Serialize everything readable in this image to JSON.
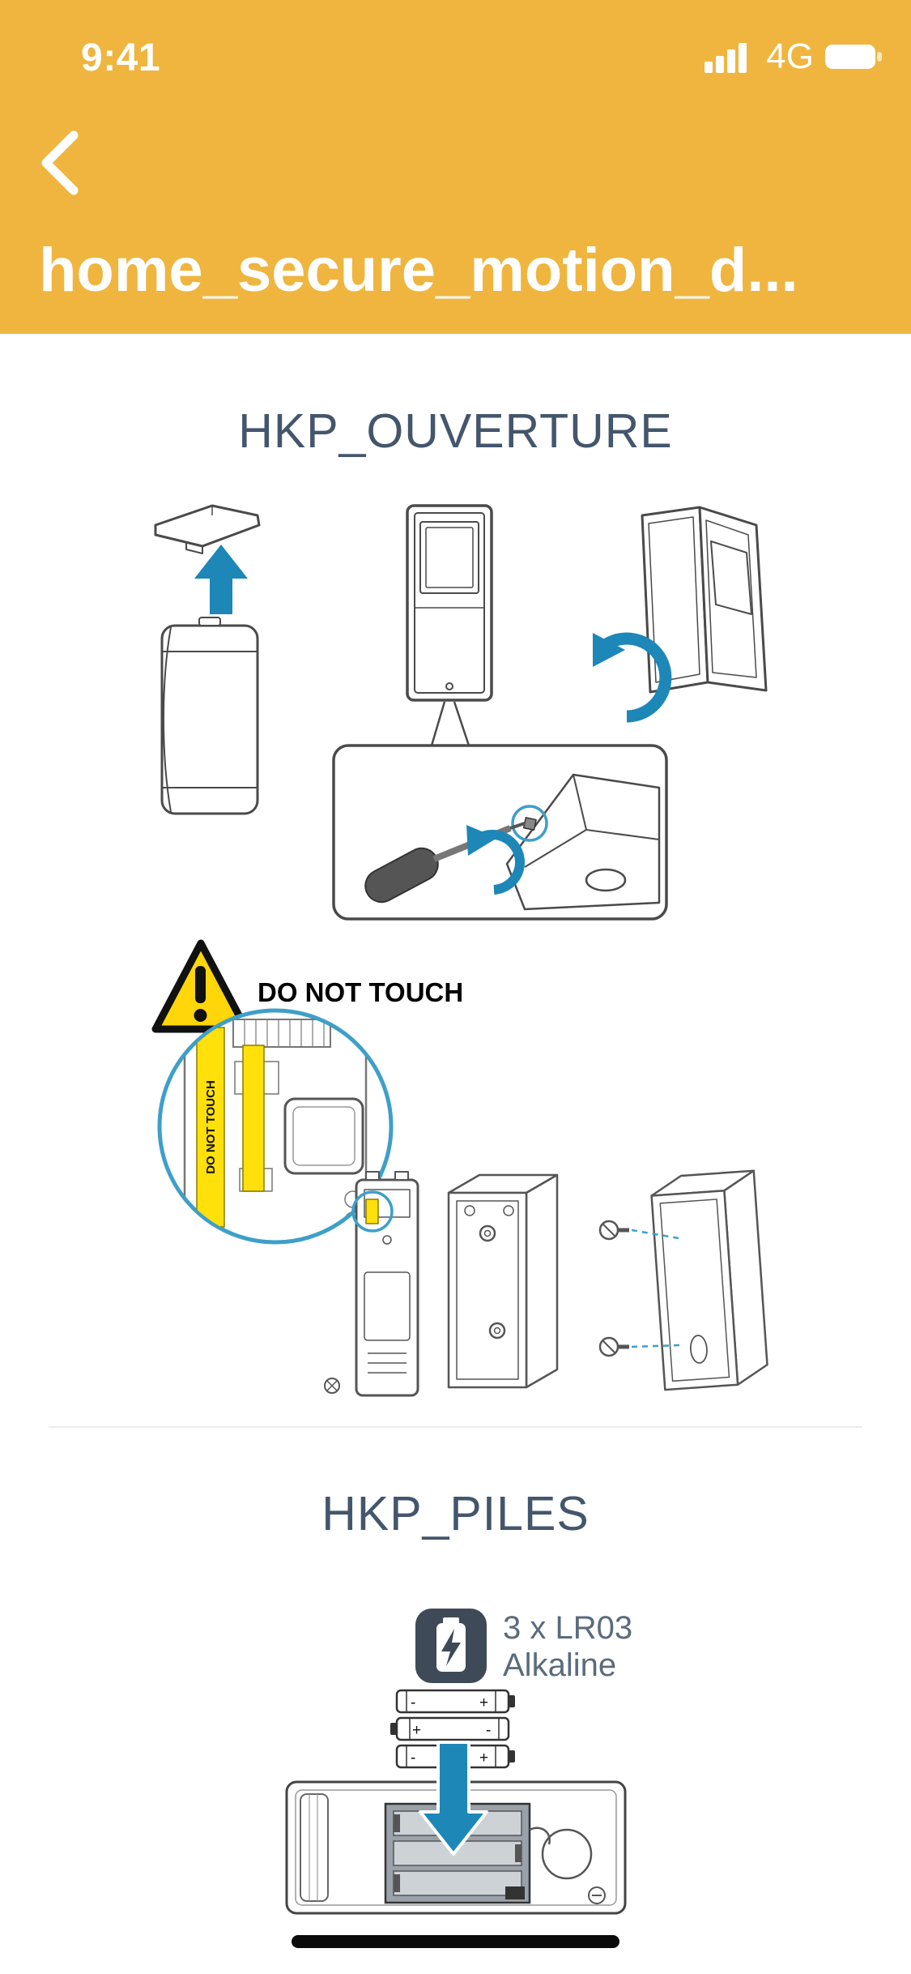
{
  "status_bar": {
    "time": "9:41",
    "network": "4G"
  },
  "nav": {
    "title": "home_secure_motion_d..."
  },
  "sections": {
    "ouverture": {
      "title": "HKP_OUVERTURE",
      "warning_label": "DO NOT TOUCH",
      "pcb_strip_label": "DO NOT TOUCH"
    },
    "piles": {
      "title": "HKP_PILES",
      "battery_spec": "3 x LR03",
      "battery_type": "Alkaline",
      "plus_symbol": "+",
      "minus_symbol": "-"
    }
  },
  "colors": {
    "header_bg": "#EFB53F",
    "accent_blue": "#1D87B8",
    "detail_circle_blue": "#3E9FC9",
    "heading_text": "#44566C",
    "warning_yellow": "#FFD60A"
  }
}
